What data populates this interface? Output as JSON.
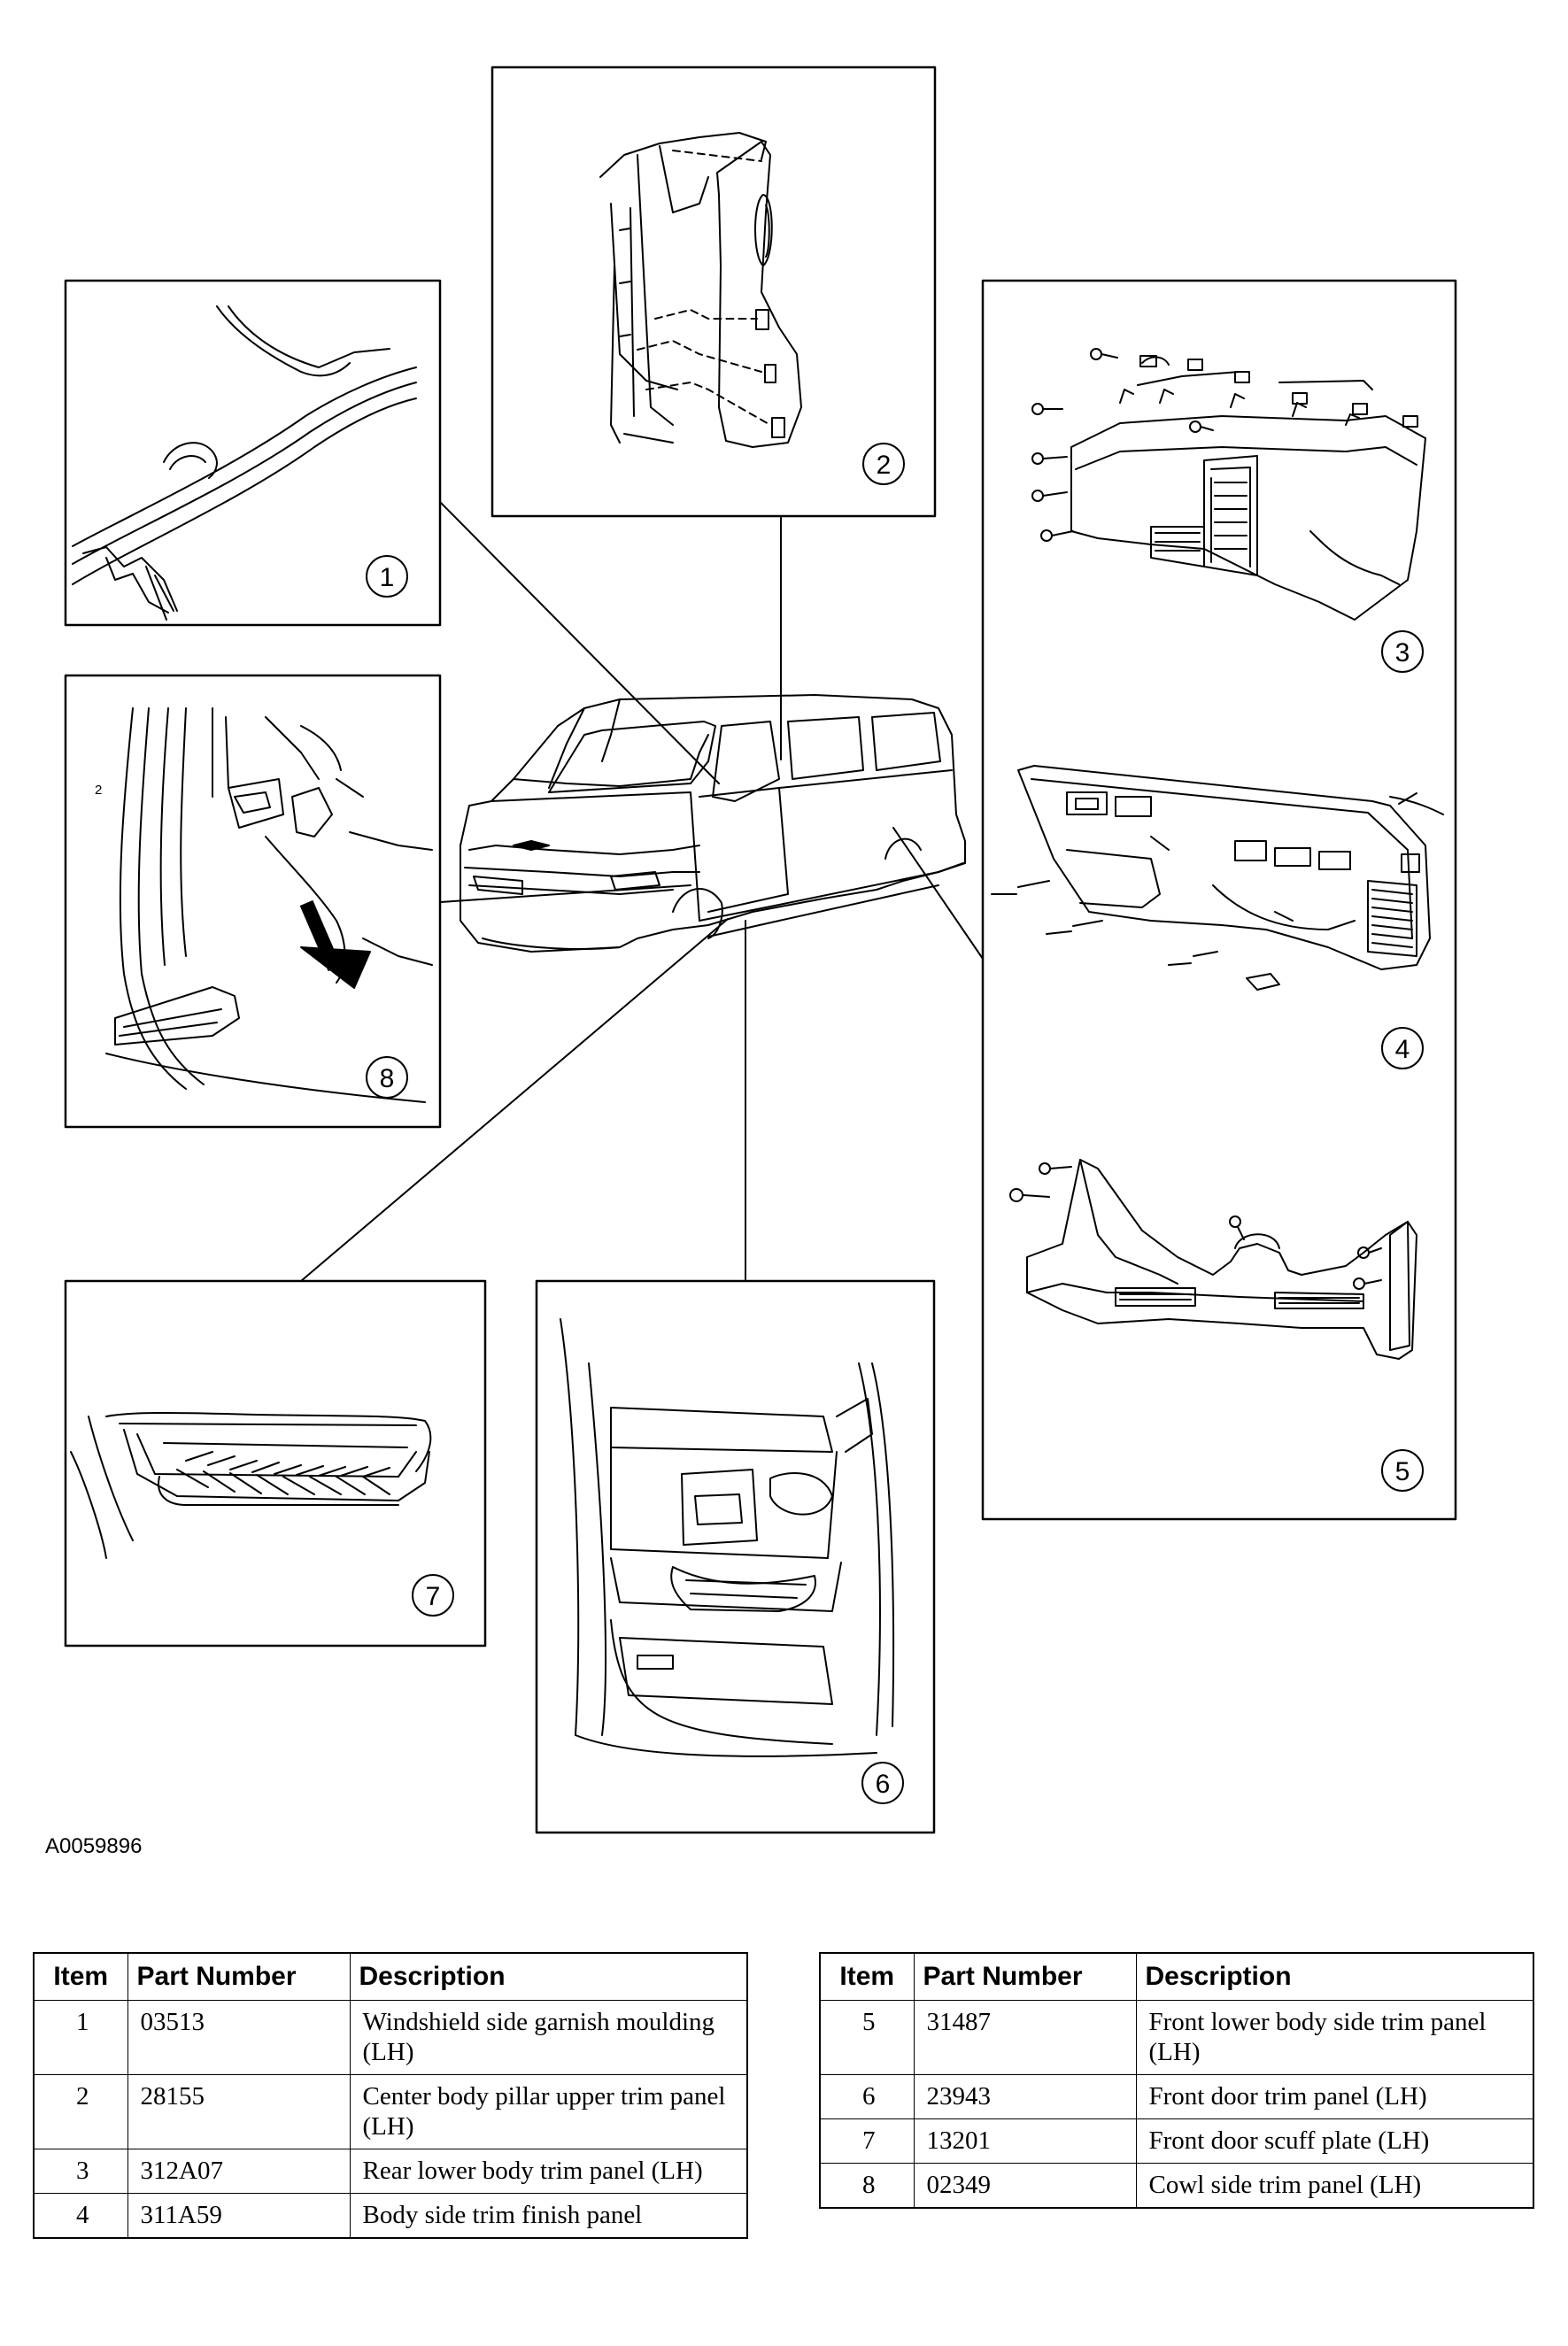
{
  "figure": {
    "id": "A0059896",
    "callouts": [
      "1",
      "2",
      "3",
      "4",
      "5",
      "6",
      "7",
      "8"
    ],
    "panel8_label": "2"
  },
  "tables": [
    {
      "headers": {
        "item": "Item",
        "part_number": "Part Number",
        "description": "Description"
      },
      "rows": [
        {
          "item": "1",
          "part_number": "03513",
          "description": "Windshield side garnish moulding (LH)"
        },
        {
          "item": "2",
          "part_number": "28155",
          "description": "Center body pillar upper trim panel (LH)"
        },
        {
          "item": "3",
          "part_number": "312A07",
          "description": "Rear lower body trim panel (LH)"
        },
        {
          "item": "4",
          "part_number": "311A59",
          "description": "Body side trim finish panel"
        }
      ]
    },
    {
      "headers": {
        "item": "Item",
        "part_number": "Part Number",
        "description": "Description"
      },
      "rows": [
        {
          "item": "5",
          "part_number": "31487",
          "description": "Front lower body side trim panel (LH)"
        },
        {
          "item": "6",
          "part_number": "23943",
          "description": "Front door trim panel (LH)"
        },
        {
          "item": "7",
          "part_number": "13201",
          "description": "Front door scuff plate (LH)"
        },
        {
          "item": "8",
          "part_number": "02349",
          "description": "Cowl side trim panel (LH)"
        }
      ]
    }
  ]
}
